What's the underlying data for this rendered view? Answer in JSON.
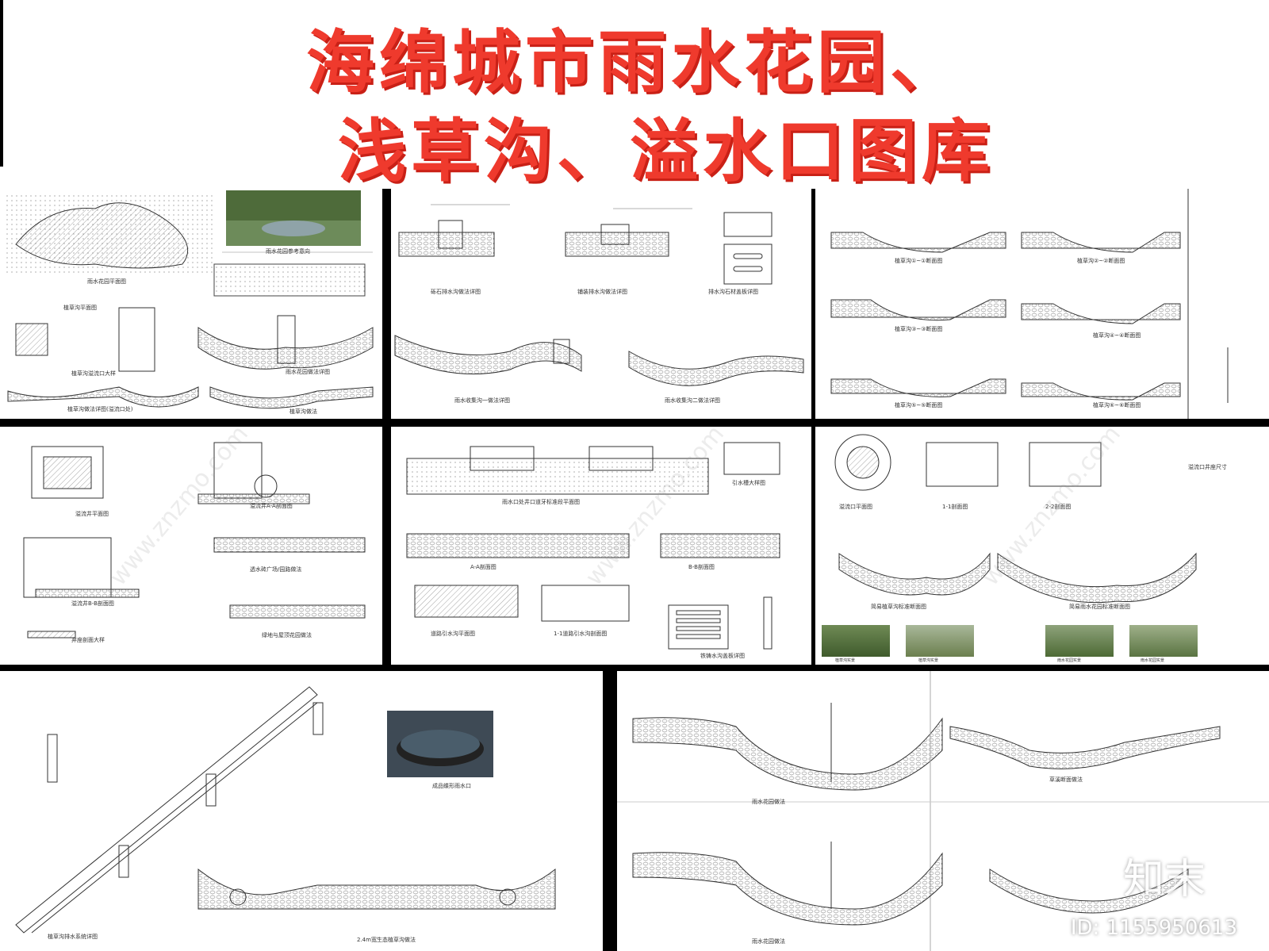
{
  "title": {
    "line1": "海绵城市雨水花园、",
    "line2": "浅草沟、溢水口图库",
    "color": "#ef3a2d"
  },
  "panels": {
    "p1": {
      "captions": [
        "雨水花园平面图",
        "植草沟平面图",
        "植草沟溢流口大样",
        "雨水花园参考意向",
        "雨水花园做法详图",
        "植草沟做法详图(溢流口处)",
        "植草沟做法"
      ]
    },
    "p2": {
      "captions": [
        "砾石排水沟做法详图",
        "铺装排水沟做法详图",
        "排水沟石材盖板详图",
        "雨水收集沟一做法详图",
        "雨水收集沟二做法详图"
      ]
    },
    "p3": {
      "captions": [
        "植草沟①~①断面图",
        "植草沟②~②断面图",
        "植草沟③~③断面图",
        "植草沟④~④断面图",
        "植草沟⑤~⑤断面图",
        "植草沟⑥~⑥断面图"
      ]
    },
    "p4": {
      "captions": [
        "溢流井平面图",
        "溢流井A-A剖面图",
        "溢流井B-B剖面图",
        "弃座剖面大样",
        "透水砖广场/园路做法",
        "绿地与屋顶花园做法"
      ]
    },
    "p5": {
      "captions": [
        "雨水口处井口道牙标准段平面图",
        "引水槽大样图",
        "A-A剖面图",
        "B-B剖面图",
        "道路引水沟平面图",
        "1-1道路引水沟剖面图",
        "铁铸水沟盖板详图"
      ]
    },
    "p6": {
      "captions": [
        "溢流口平面图",
        "1-1剖面图",
        "2-2剖面图",
        "溢流口井座尺寸",
        "简易植草沟标准断面图",
        "简易雨水花园标准断面图"
      ],
      "photo_captions": [
        "植草沟实景",
        "植草沟实景",
        "雨水花园实景",
        "雨水花园实景"
      ]
    },
    "p7": {
      "captions": [
        "植草沟排水系统详图",
        "成品蝶形雨水口",
        "2.4m宽生态植草沟做法"
      ]
    },
    "p8": {
      "captions": [
        "雨水花园做法",
        "草溪断面做法",
        "雨水花园做法"
      ]
    }
  },
  "watermark": {
    "logo": "知末",
    "id": "ID: 1155950613",
    "site": "www.znzmo.com"
  }
}
